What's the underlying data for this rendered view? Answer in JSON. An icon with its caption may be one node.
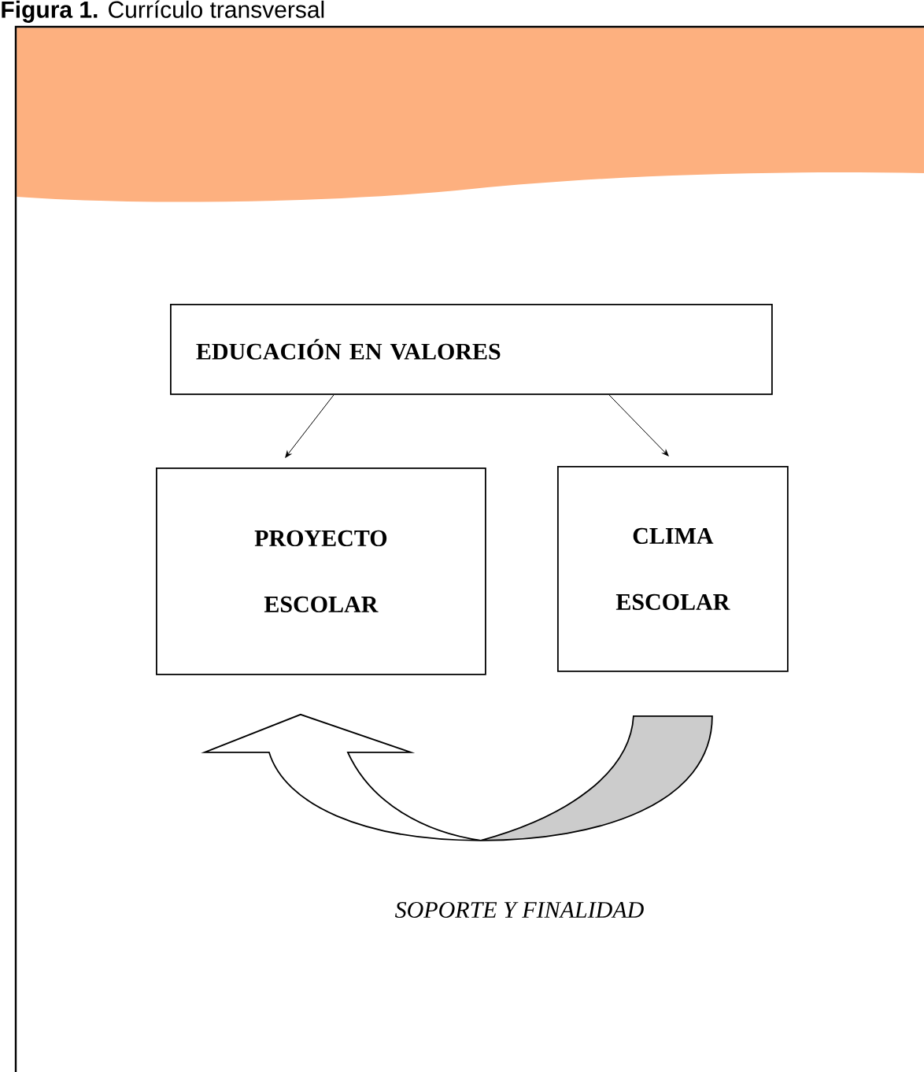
{
  "diagram": {
    "title": "**Figura 1.** Currículo transversal",
    "nodes": [
      {
        "text": [
          "EDUCACIÓN EN VALORES"
        ]
      },
      {
        "text": [
          "PROYECTO ESCOLAR"
        ]
      },
      {
        "text": [
          "CLIMA ESCOLAR"
        ]
      }
    ],
    "edges": [
      {
        "from": 0,
        "to": 1,
        "arrow": "to"
      },
      {
        "from": 0,
        "to": 2,
        "arrow": "to"
      },
      {
        "from": 2,
        "to": 1,
        "arrow": "to",
        "style": "thick"
      }
    ],
    "labels": [
      "SOPORTE Y FINALIDAD"
    ]
  }
}
